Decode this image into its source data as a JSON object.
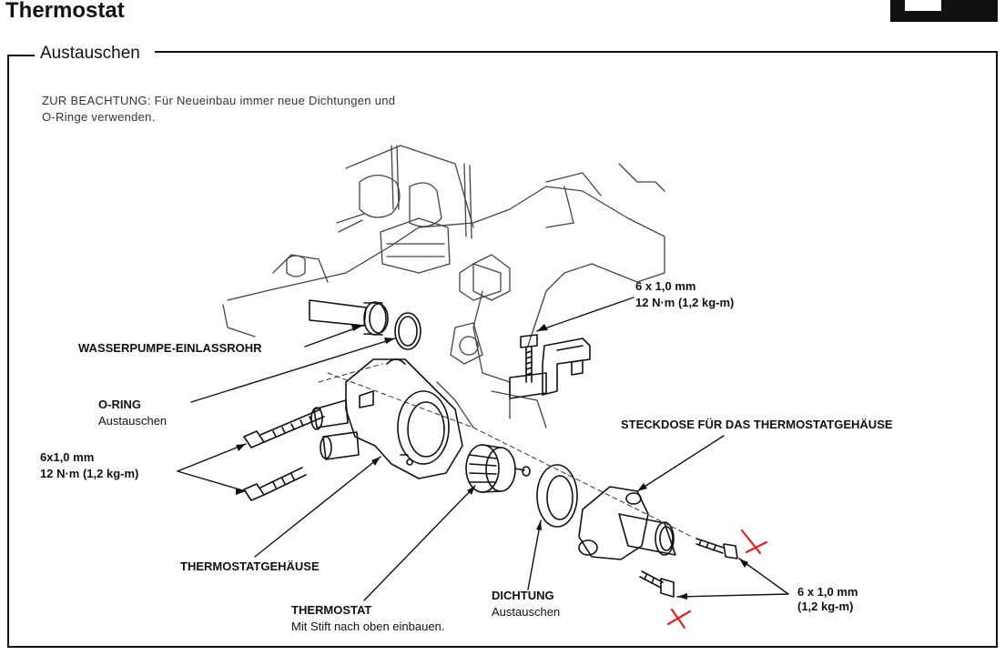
{
  "header": {
    "title": "Thermostat"
  },
  "section": {
    "title": "Austauschen"
  },
  "note": {
    "line1": "ZUR BEACHTUNG:  Für Neueinbau immer neue Dichtungen und",
    "line2": "O-Ringe verwenden."
  },
  "labels": {
    "bolt_top": {
      "spec": "6 x 1,0 mm",
      "torque": "12 N·m (1,2 kg-m)"
    },
    "water_pump_pipe": "WASSERPUMPE-EINLASSROHR",
    "o_ring": {
      "name": "O-RING",
      "action": "Austauschen"
    },
    "bolt_left": {
      "spec": "6x1,0 mm",
      "torque": "12 N·m (1,2 kg-m)"
    },
    "housing_socket": "STECKDOSE FÜR DAS THERMOSTATGEHÄUSE",
    "thermostat_housing": "THERMOSTATGEHÄUSE",
    "thermostat": {
      "name": "THERMOSTAT",
      "note": "Mit Stift nach oben einbauen."
    },
    "gasket": {
      "name": "DICHTUNG",
      "action": "Austauschen"
    },
    "bolt_right": {
      "spec": "6 x 1,0 mm",
      "torque": "(1,2 kg-m)"
    }
  },
  "marks": {
    "color": "#e02020"
  }
}
